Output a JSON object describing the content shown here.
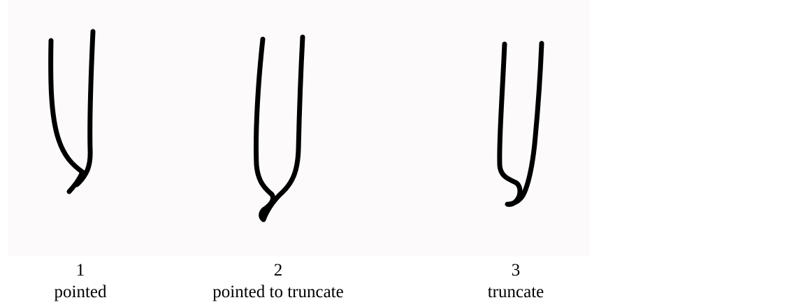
{
  "figures": [
    {
      "number": "1",
      "label": "pointed"
    },
    {
      "number": "2",
      "label": "pointed to truncate"
    },
    {
      "number": "3",
      "label": "truncate"
    }
  ]
}
